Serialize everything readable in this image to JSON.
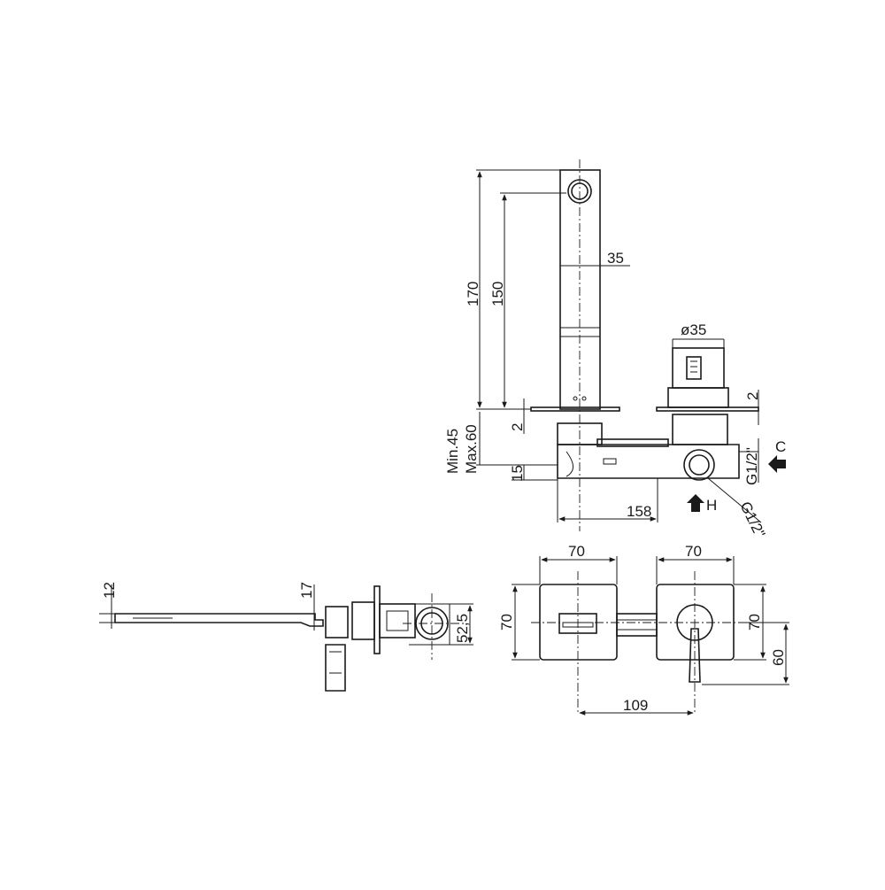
{
  "dimensions": {
    "top_view": {
      "spout_width": "35",
      "height_total": "170",
      "height_spout": "150",
      "handle_dia": "ø35",
      "plate_gap_left": "2",
      "plate_gap_right": "2",
      "depth_range_min": "Min.45",
      "depth_range_max": "Max.60",
      "pipe_offset": "15",
      "body_length": "158",
      "thread_top": "G1/2\"",
      "thread_bottom": "G1/2\"",
      "inlet_cold": "C",
      "inlet_hot": "H"
    },
    "side_view": {
      "spout_thickness": "12",
      "handle_thickness": "17",
      "body_height": "52,5"
    },
    "front_view": {
      "plate_left_width": "70",
      "plate_right_width": "70",
      "plate_left_height": "70",
      "plate_right_height": "70",
      "handle_offset": "60",
      "center_distance": "109"
    }
  }
}
